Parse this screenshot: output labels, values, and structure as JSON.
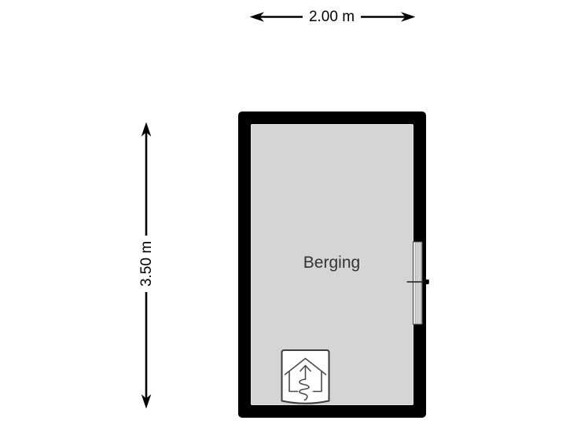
{
  "page": {
    "background_color": "#ffffff",
    "type": "floor-plan"
  },
  "floorplan": {
    "room": {
      "label": "Berging",
      "wall_color": "#000000",
      "floor_color": "#d5d5d5",
      "label_color": "#333333"
    },
    "dimensions": {
      "width": {
        "label": "2.00 m"
      },
      "height": {
        "label": "3.50 m"
      },
      "arrow_color": "#000000",
      "label_background": "#ffffff"
    },
    "features": {
      "window": "glazed-door-window-on-right-wall",
      "door_handle": "handle-tick-mark",
      "logo": "house-with-route-arrow-logo"
    }
  }
}
